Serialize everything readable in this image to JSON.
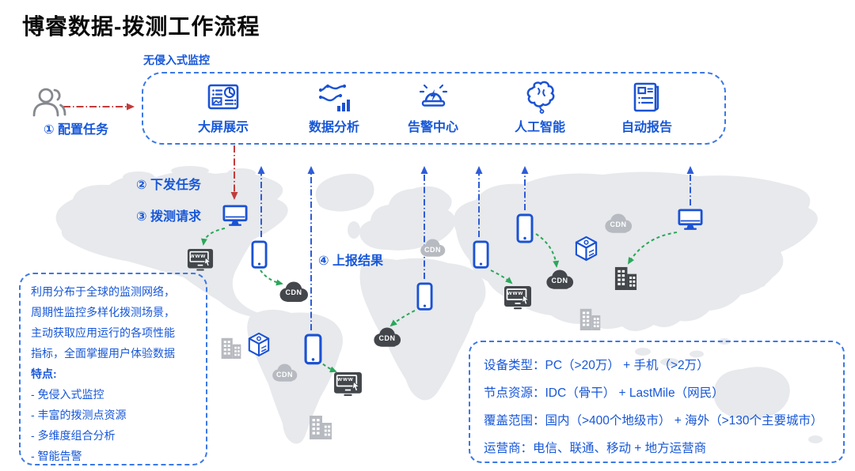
{
  "title": "博睿数据-拨测工作流程",
  "monitor_box": {
    "label": "无侵入式监控",
    "items": [
      {
        "name": "dashboard",
        "label": "大屏展示"
      },
      {
        "name": "data-analysis",
        "label": "数据分析"
      },
      {
        "name": "alert-center",
        "label": "告警中心"
      },
      {
        "name": "ai",
        "label": "人工智能"
      },
      {
        "name": "auto-report",
        "label": "自动报告"
      }
    ]
  },
  "steps": {
    "step1": "① 配置任务",
    "step2": "② 下发任务",
    "step3": "③ 拨测请求",
    "step4": "④ 上报结果"
  },
  "left_panel": {
    "desc_lines": [
      "利用分布于全球的监测网络，",
      "周期性监控多样化拨测场景，",
      "主动获取应用运行的各项性能",
      "指标，全面掌握用户体验数据"
    ],
    "features_title": "特点:",
    "features": [
      "- 免侵入式监控",
      "- 丰富的拨测点资源",
      "- 多维度组合分析",
      "- 智能告警"
    ]
  },
  "info_panel": {
    "rows": [
      "设备类型：PC（>20万） + 手机（>2万）",
      "节点资源：IDC（骨干） + LastMile（网民）",
      "覆盖范围：国内（>400个地级市） + 海外（>130个主要城市）",
      "运营商：电信、联通、移动 + 地方运营商"
    ]
  },
  "map": {
    "cdn_label": "CDN",
    "www_label": "www"
  },
  "colors": {
    "accent_blue": "#1757D8",
    "border_blue": "#3B78E7",
    "icon_blue": "#1B52D4",
    "arrow_red": "#C23B3B",
    "arrow_green": "#2AA75A",
    "map_gray": "#E7E9EC",
    "icon_dark": "#43474C",
    "icon_light": "#B7BAC0"
  }
}
